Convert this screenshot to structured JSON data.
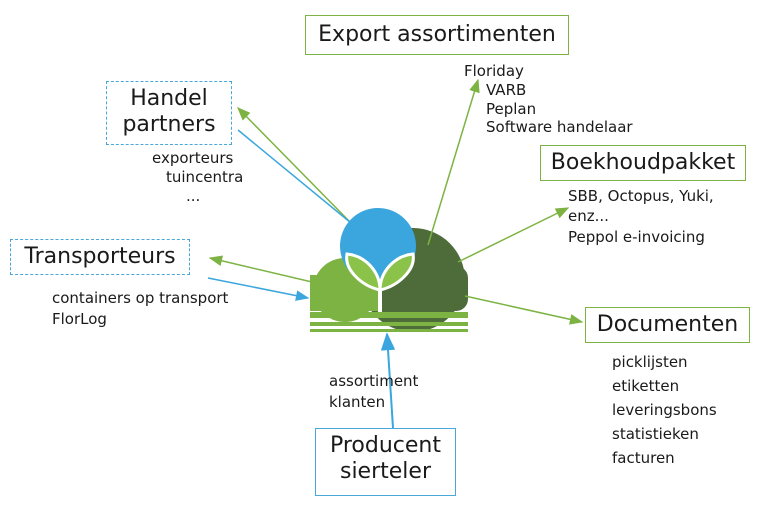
{
  "export": {
    "title": "Export assortimenten",
    "items": [
      "Floriday",
      "VARB",
      "Peplan",
      "Software handelaar"
    ]
  },
  "handel": {
    "title_line1": "Handel",
    "title_line2": "partners",
    "items": [
      "exporteurs",
      "tuincentra",
      "..."
    ]
  },
  "boekhoud": {
    "title": "Boekhoudpakket",
    "items": [
      "SBB, Octopus, Yuki,",
      "enz...",
      "Peppol e-invoicing"
    ]
  },
  "transport": {
    "title": "Transporteurs",
    "items": [
      "containers op transport",
      "FlorLog"
    ]
  },
  "documenten": {
    "title": "Documenten",
    "items": [
      "picklijsten",
      "etiketten",
      "leveringsbons",
      "statistieken",
      "facturen"
    ]
  },
  "producent": {
    "title_line1": "Producent",
    "title_line2": "sierteler",
    "items": [
      "assortiment",
      "klanten"
    ]
  },
  "colors": {
    "green_arrow": "#7cb342",
    "blue_arrow": "#3aa6dd",
    "logo_blue": "#3aa6dd",
    "logo_light_green": "#7cb342",
    "logo_dark_green": "#4e6b3a"
  }
}
